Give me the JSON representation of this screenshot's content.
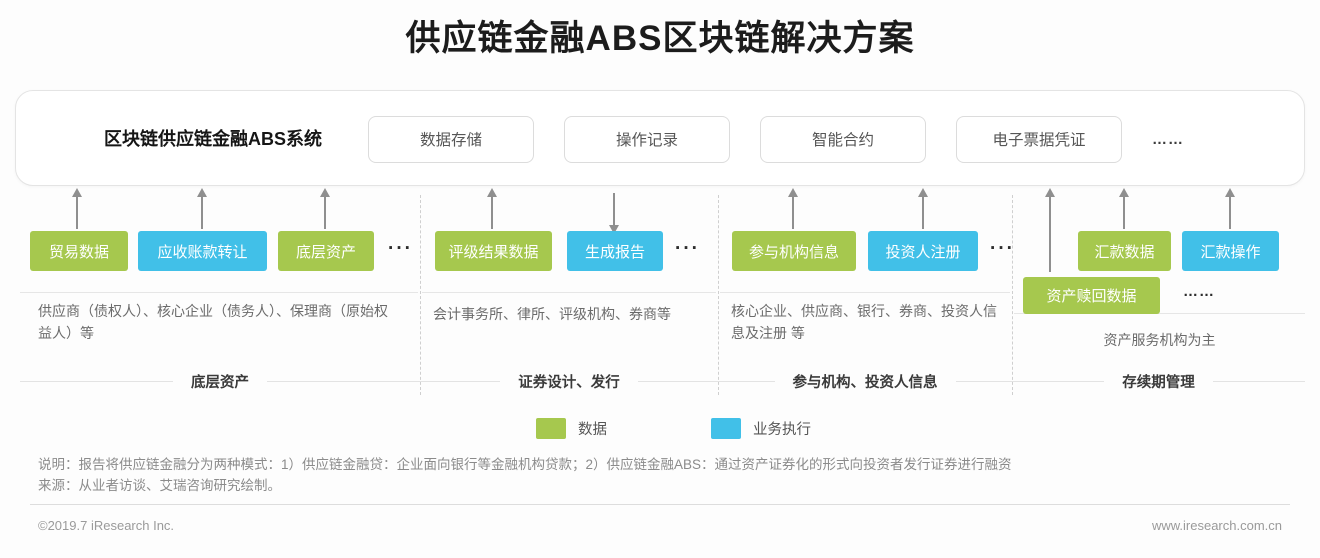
{
  "title": "供应链金融ABS区块链解决方案",
  "system": {
    "label": "区块链供应链金融ABS系统",
    "modules": [
      {
        "label": "数据存储"
      },
      {
        "label": "操作记录"
      },
      {
        "label": "智能合约"
      },
      {
        "label": "电子票据凭证"
      }
    ],
    "more": "……"
  },
  "groups": [
    {
      "category": "底层资产",
      "description": "供应商（债权人）、核心企业（债务人）、保理商（原始权益人）等",
      "more": "···",
      "tags": [
        {
          "label": "贸易数据",
          "type": "数据",
          "arrow": "up"
        },
        {
          "label": "应收账款转让",
          "type": "业务执行",
          "arrow": "up"
        },
        {
          "label": "底层资产",
          "type": "数据",
          "arrow": "up"
        }
      ]
    },
    {
      "category": "证券设计、发行",
      "description": "会计事务所、律所、评级机构、券商等",
      "more": "···",
      "tags": [
        {
          "label": "评级结果数据",
          "type": "数据",
          "arrow": "up"
        },
        {
          "label": "生成报告",
          "type": "业务执行",
          "arrow": "down"
        }
      ]
    },
    {
      "category": "参与机构、投资人信息",
      "description": "核心企业、供应商、银行、券商、投资人信息及注册 等",
      "more": "···",
      "tags": [
        {
          "label": "参与机构信息",
          "type": "数据",
          "arrow": "up"
        },
        {
          "label": "投资人注册",
          "type": "业务执行",
          "arrow": "up"
        }
      ]
    },
    {
      "category": "存续期管理",
      "description": "资产服务机构为主",
      "more": "……",
      "tags": [
        {
          "label": "汇款数据",
          "type": "数据",
          "arrow": "up"
        },
        {
          "label": "汇款操作",
          "type": "业务执行",
          "arrow": "up"
        },
        {
          "label": "资产赎回数据",
          "type": "数据",
          "arrow": "up"
        }
      ]
    }
  ],
  "legend": [
    {
      "label": "数据",
      "color": "#a6c84e"
    },
    {
      "label": "业务执行",
      "color": "#41c0e8"
    }
  ],
  "notes": [
    "说明：报告将供应链金融分为两种模式：1）供应链金融贷：企业面向银行等金融机构贷款；2）供应链金融ABS：通过资产证券化的形式向投资者发行证券进行融资",
    "来源：从业者访谈、艾瑞咨询研究绘制。"
  ],
  "footer": {
    "copyright": "©2019.7 iResearch Inc.",
    "website": "www.iresearch.com.cn"
  },
  "colors": {
    "data_green": "#a6c84e",
    "action_blue": "#41c0e8",
    "arrow_gray": "#8f8f8f"
  }
}
